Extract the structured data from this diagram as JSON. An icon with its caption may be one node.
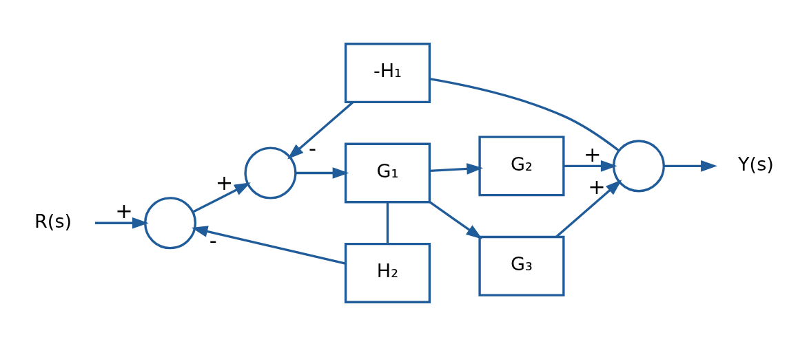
{
  "diagram": {
    "nodes": [
      {
        "text": [
          "R(s)"
        ]
      },
      {
        "text": [],
        "shape": "circle"
      },
      {
        "text": [],
        "shape": "circle"
      },
      {
        "text": [
          "G₁"
        ]
      },
      {
        "text": [
          "G₂"
        ]
      },
      {
        "text": [
          "G₃"
        ]
      },
      {
        "text": [],
        "shape": "circle"
      },
      {
        "text": [
          "Y(s)"
        ]
      },
      {
        "text": [
          "H₂"
        ]
      },
      {
        "text": [
          "-H₁"
        ]
      }
    ],
    "edges": [
      {
        "from": 0,
        "to": 1,
        "arrow": "to",
        "label": "+"
      },
      {
        "from": 1,
        "to": 2,
        "arrow": "to",
        "label": "+"
      },
      {
        "from": 2,
        "to": 3,
        "arrow": "to"
      },
      {
        "from": 3,
        "to": 4,
        "arrow": "to"
      },
      {
        "from": 3,
        "to": 5,
        "arrow": "to"
      },
      {
        "from": 3,
        "to": 8,
        "arrow": "none"
      },
      {
        "from": 8,
        "to": 1,
        "arrow": "to",
        "label": "-"
      },
      {
        "from": 4,
        "to": 6,
        "arrow": "to",
        "label": "+"
      },
      {
        "from": 5,
        "to": 6,
        "arrow": "to",
        "label": "+"
      },
      {
        "from": 6,
        "to": 7,
        "arrow": "to"
      },
      {
        "from": 6,
        "to": 9,
        "arrow": "none"
      },
      {
        "from": 9,
        "to": 2,
        "arrow": "to",
        "label": "-"
      }
    ]
  }
}
